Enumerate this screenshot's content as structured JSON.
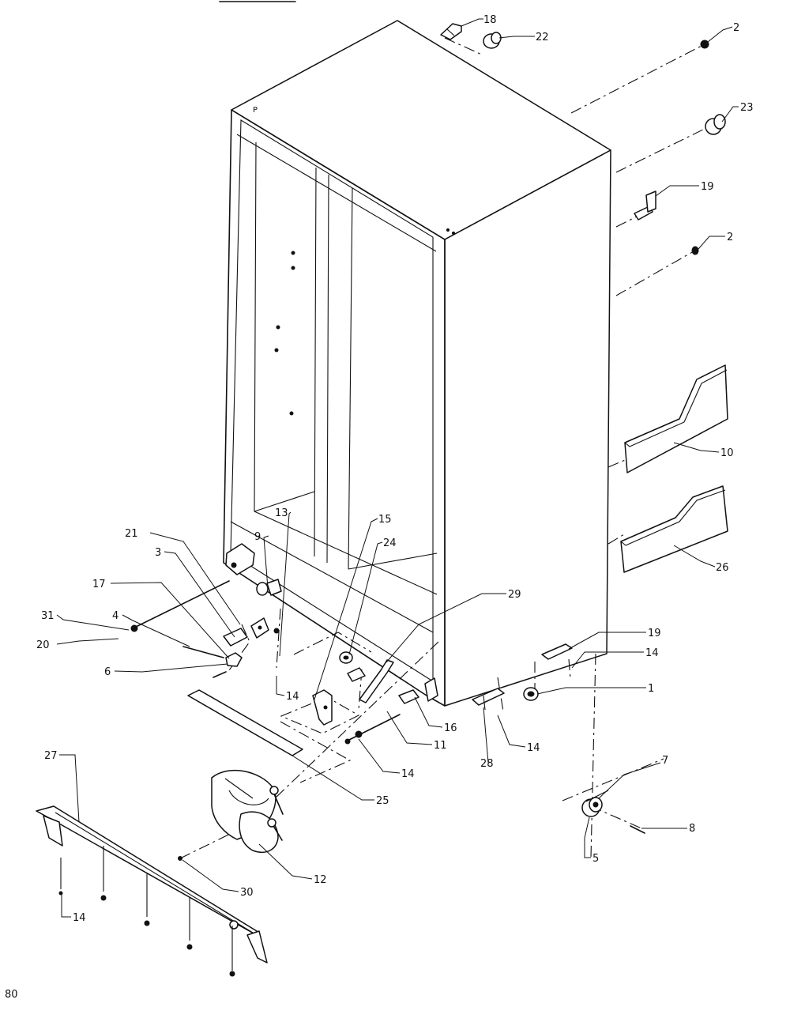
{
  "diagram": {
    "labels": {
      "l18": "18",
      "l22": "22",
      "l2a": "2",
      "l23": "23",
      "l19a": "19",
      "l2b": "2",
      "l10": "10",
      "l26": "26",
      "l19b": "19",
      "l14a": "14",
      "l1": "1",
      "l7": "7",
      "l8": "8",
      "l5": "5",
      "l28": "28",
      "l14b": "14",
      "l16": "16",
      "l11": "11",
      "l14c": "14",
      "l29": "29",
      "l15": "15",
      "l24": "24",
      "l13": "13",
      "l9": "9",
      "l21": "21",
      "l3": "3",
      "l17": "17",
      "l4": "4",
      "l31": "31",
      "l20": "20",
      "l6": "6",
      "l14d": "14",
      "l25": "25",
      "l27": "27",
      "l12": "12",
      "l30": "30",
      "l14e": "14"
    },
    "page_number": "80"
  }
}
